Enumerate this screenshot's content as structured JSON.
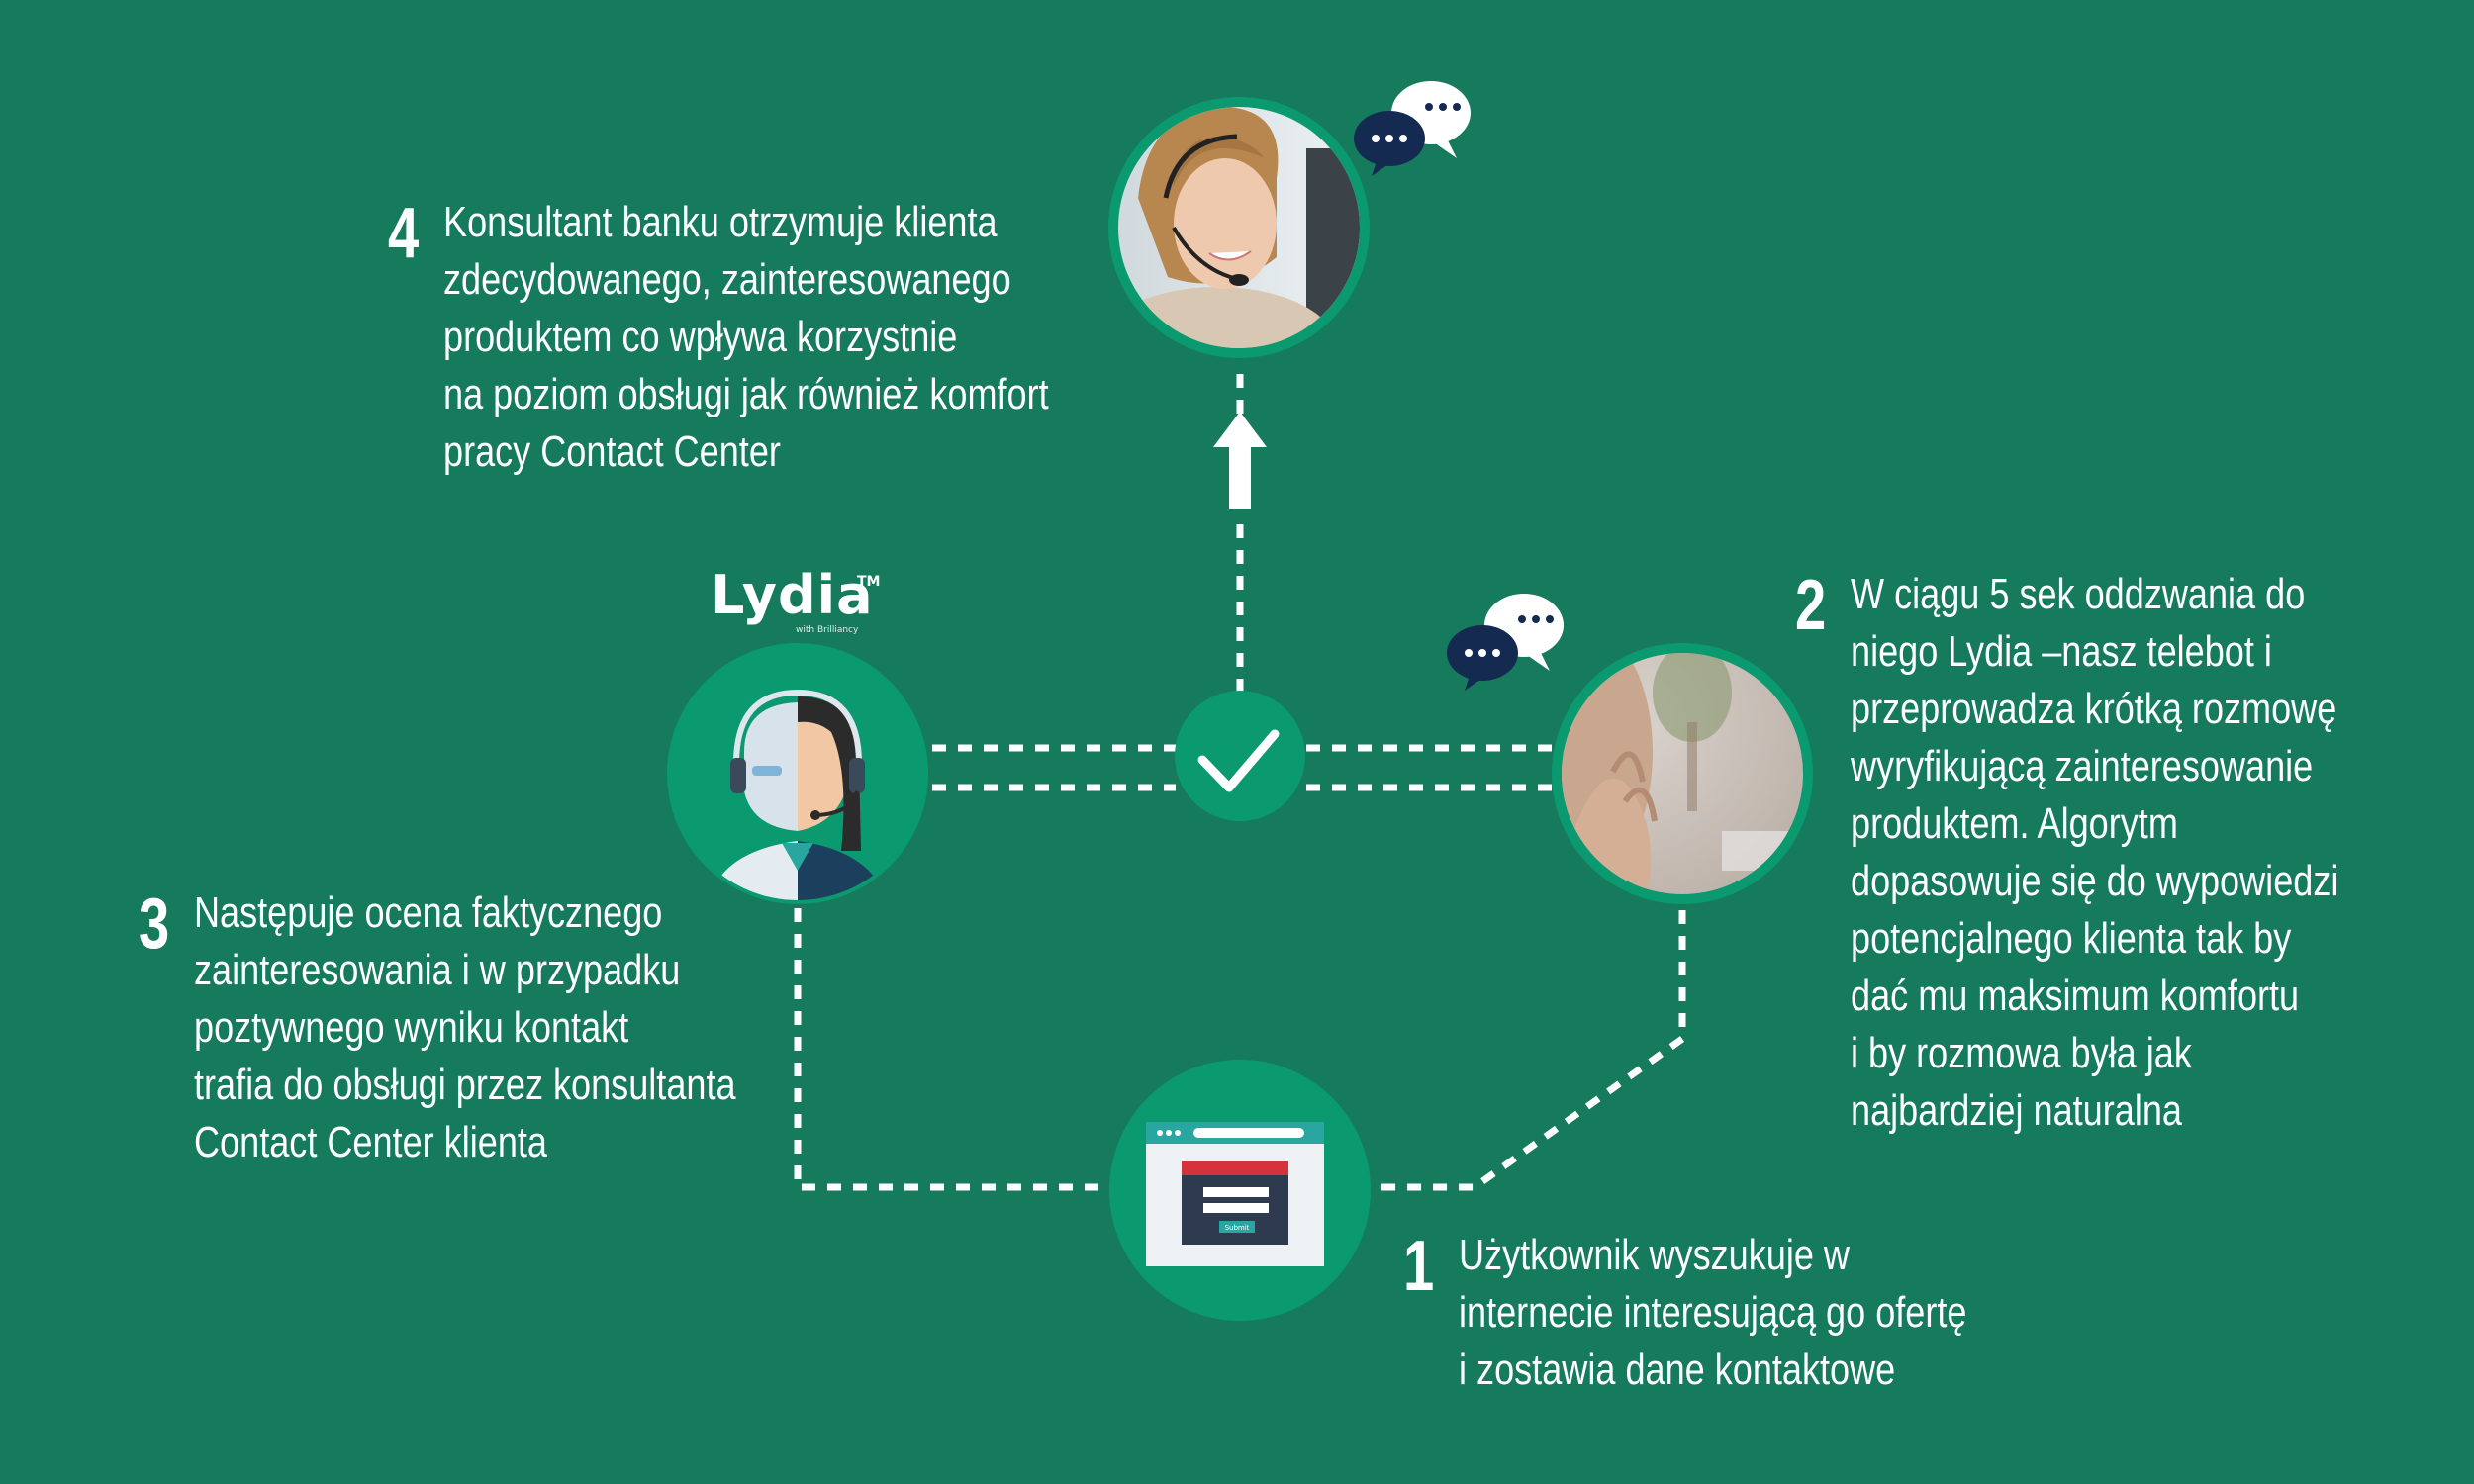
{
  "colors": {
    "background": "#167a5c",
    "circle": "#0b9970",
    "ring": "#0b9970",
    "dots": "#ffffff",
    "bubble_dark": "#142a50",
    "bubble_light": "#ffffff"
  },
  "logo": {
    "name": "Lydia",
    "trademark": "TM",
    "subtitle": "with Brilliancy"
  },
  "icons": {
    "consultant": "consultant-photo-icon",
    "robot": "robot-agent-icon",
    "phone_call": "phone-call-photo-icon",
    "web_form": "web-form-icon",
    "check": "check-icon",
    "arrow": "arrow-up-icon",
    "chat": "chat-bubbles-icon"
  },
  "form_icon": {
    "button_label": "Submit"
  },
  "steps": [
    {
      "number": "1",
      "lines": [
        "Użytkownik wyszukuje w",
        "internecie interesującą go ofertę",
        "i zostawia dane kontaktowe"
      ]
    },
    {
      "number": "2",
      "lines": [
        "W ciągu 5 sek oddzwania do",
        "niego Lydia –nasz telebot i",
        "przeprowadza krótką rozmowę",
        "wyryfikującą zainteresowanie",
        "produktem. Algorytm",
        "dopasowuje się do wypowiedzi",
        "potencjalnego klienta tak by",
        "dać mu maksimum komfortu",
        "i by rozmowa była jak",
        "najbardziej naturalna"
      ]
    },
    {
      "number": "3",
      "lines": [
        "Następuje ocena faktycznego",
        "zainteresowania i w przypadku",
        "poztywnego wyniku kontakt",
        "trafia do obsługi przez konsultanta",
        "Contact Center klienta"
      ]
    },
    {
      "number": "4",
      "lines": [
        "Konsultant banku otrzymuje klienta",
        "zdecydowanego, zainteresowanego",
        "produktem co wpływa korzystnie",
        "na poziom obsługi jak również komfort",
        "pracy Contact Center"
      ]
    }
  ]
}
